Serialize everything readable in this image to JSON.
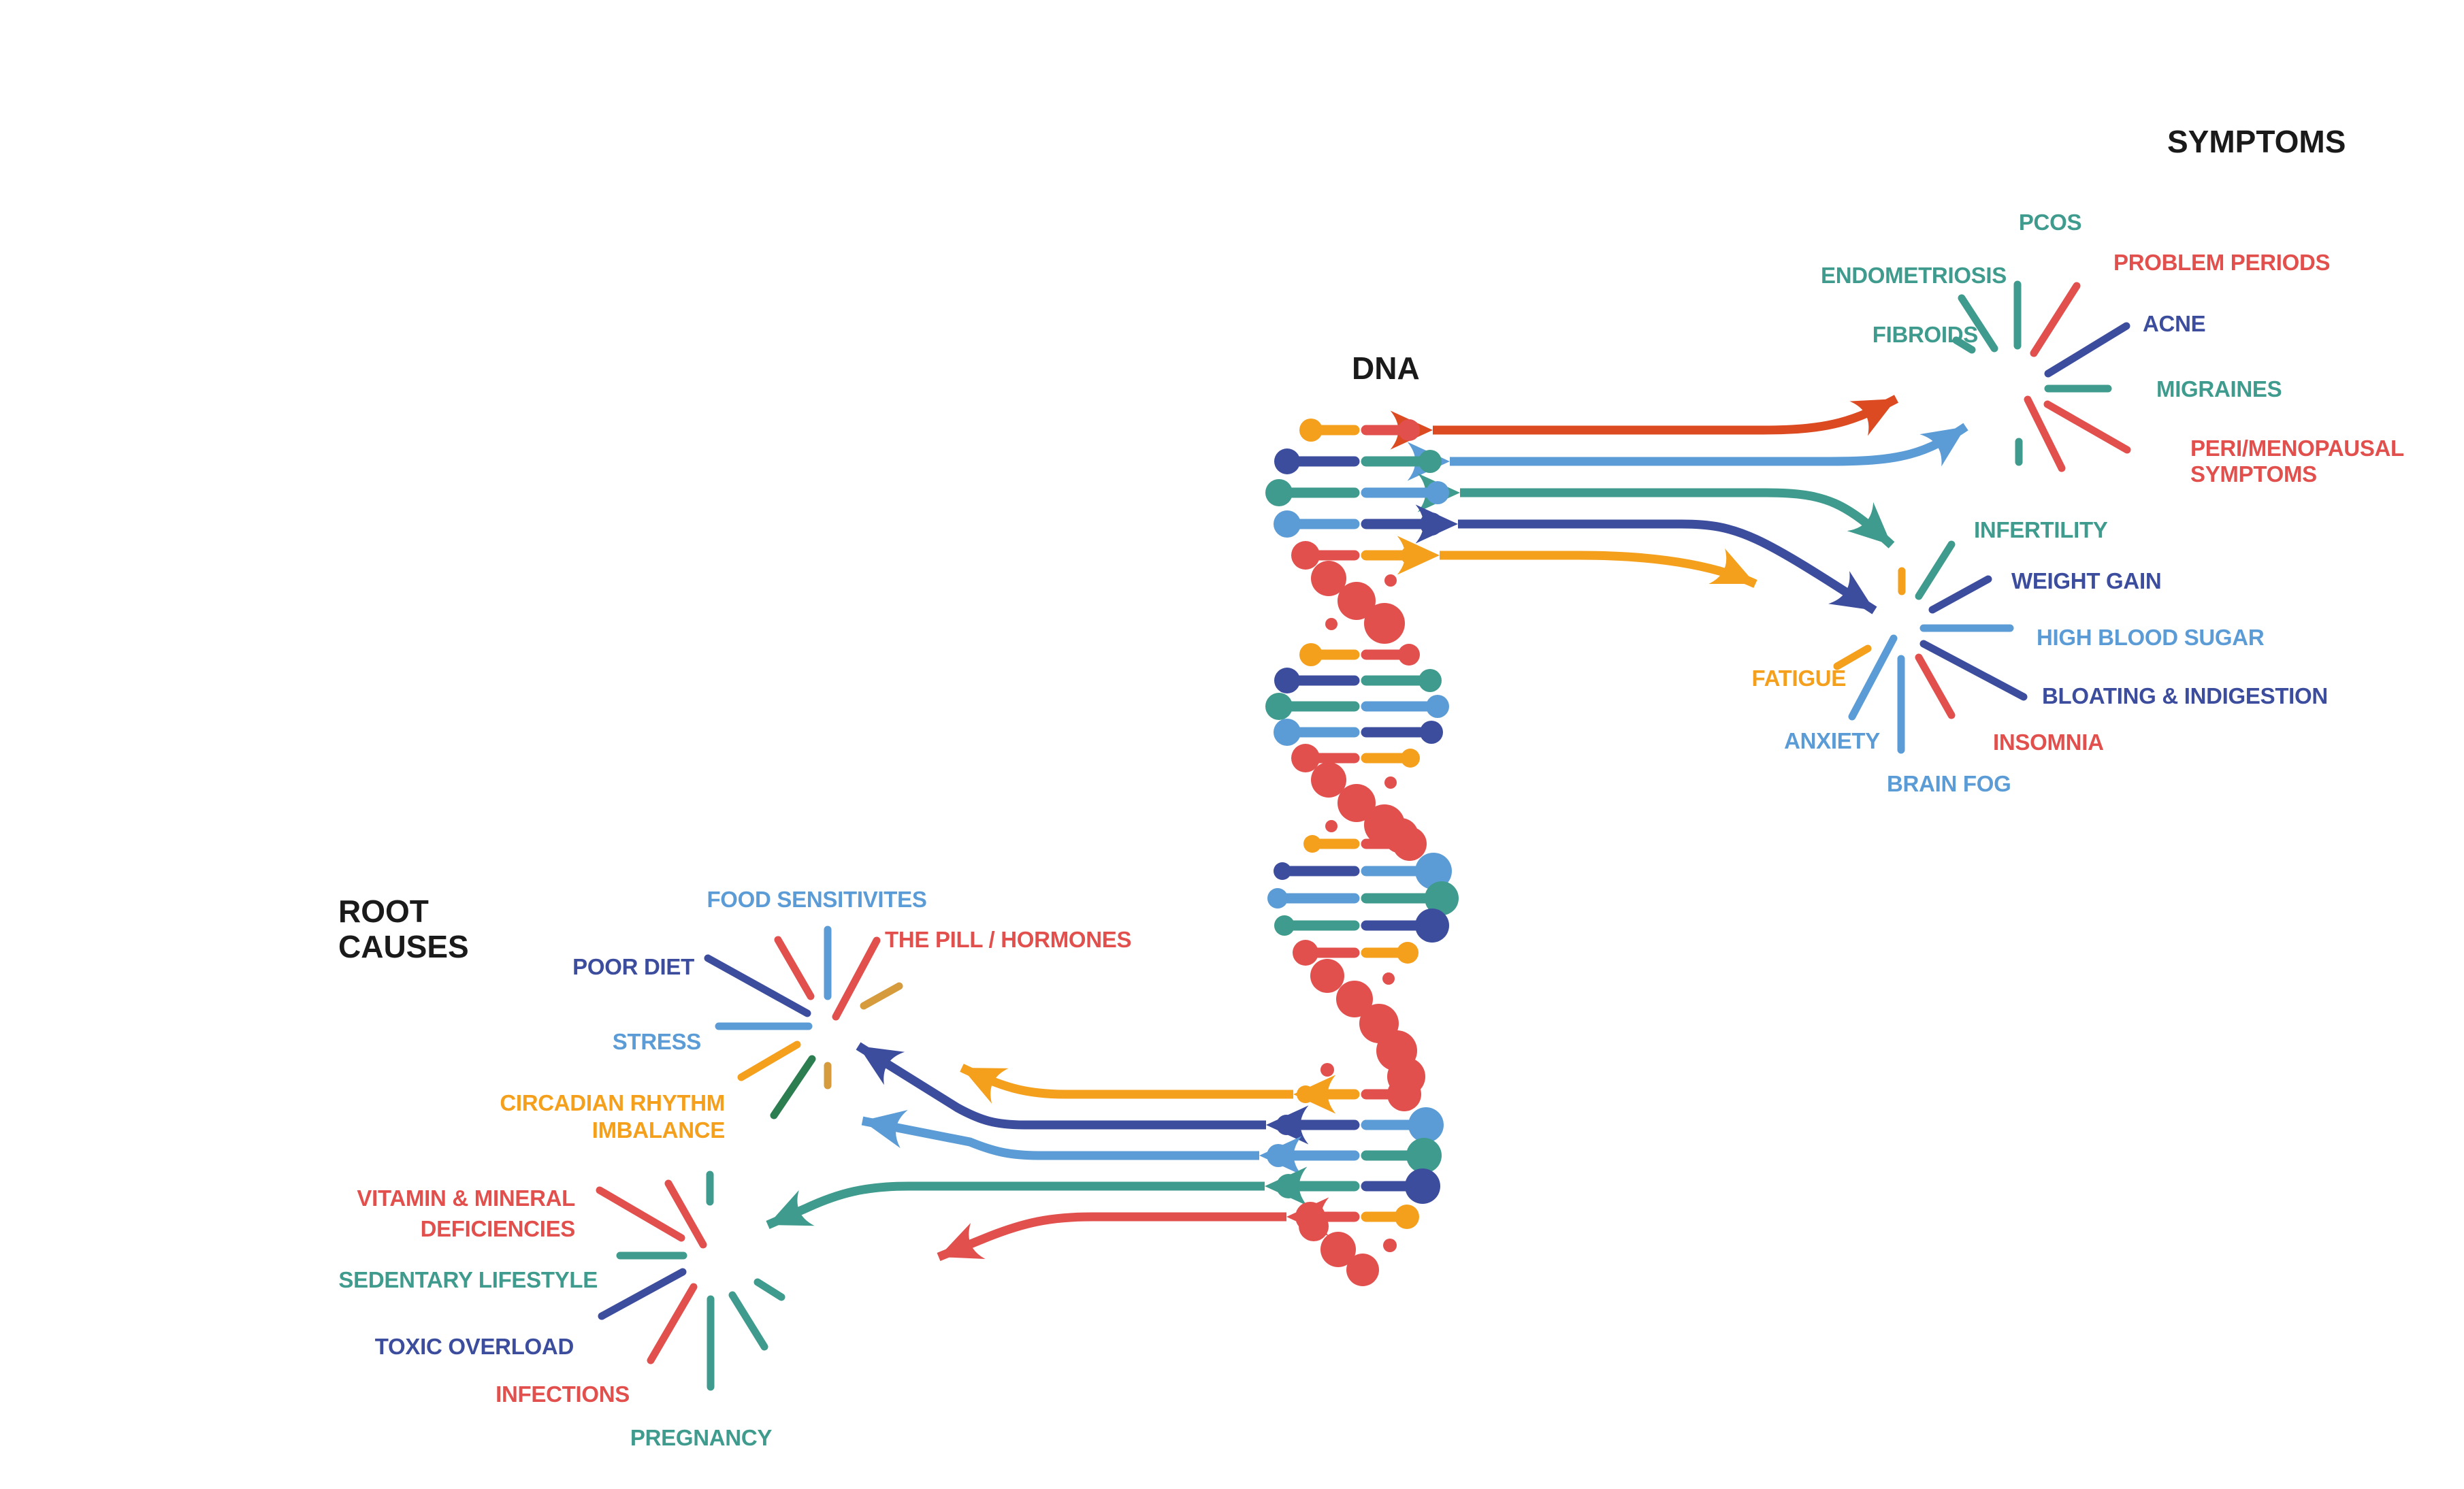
{
  "palette": {
    "red": "#E2504E",
    "orange_red": "#DC4A22",
    "orange": "#F5A01D",
    "mustard": "#D59B3D",
    "navy": "#3D4D9E",
    "teal": "#3F9B8D",
    "green": "#2C7D4F",
    "light_blue": "#5C9CD6",
    "black": "#1A1A1A",
    "background": "#FFFFFF"
  },
  "headers": {
    "symptoms": "SYMPTOMS",
    "dna": "DNA",
    "root_causes": [
      "ROOT",
      "CAUSES"
    ]
  },
  "symptoms": {
    "cluster1": {
      "pcos": "PCOS",
      "problem_periods": "PROBLEM PERIODS",
      "endometriosis": "ENDOMETRIOSIS",
      "fibroids": "FIBROIDS",
      "acne": "ACNE",
      "migraines": "MIGRAINES",
      "peri_menopausal": [
        "PERI/MENOPAUSAL",
        "SYMPTOMS"
      ]
    },
    "cluster2": {
      "infertility": "INFERTILITY",
      "weight_gain": "WEIGHT GAIN",
      "high_blood_sugar": "HIGH BLOOD SUGAR",
      "bloating_indigestion": "BLOATING & INDIGESTION",
      "insomnia": "INSOMNIA",
      "brain_fog": "BRAIN FOG",
      "anxiety": "ANXIETY",
      "fatigue": "FATIGUE"
    }
  },
  "root_causes": {
    "cluster1": {
      "food_sensitivites": "FOOD SENSITIVITES",
      "the_pill_hormones": "THE PILL / HORMONES",
      "poor_diet": "POOR DIET",
      "stress": "STRESS",
      "circadian_rhythm_imbalance": [
        "CIRCADIAN RHYTHM",
        "IMBALANCE"
      ]
    },
    "cluster2": {
      "vitamin_mineral_deficiencies": [
        "VITAMIN & MINERAL",
        "DEFICIENCIES"
      ],
      "sedentary_lifestyle": "SEDENTARY LIFESTYLE",
      "toxic_overload": "TOXIC OVERLOAD",
      "infections": "INFECTIONS",
      "pregnancy": "PREGNANCY"
    }
  },
  "connections": [
    {
      "from": "dna",
      "to": "symptoms-cluster1",
      "color": "orange_red",
      "double_headed": true
    },
    {
      "from": "dna",
      "to": "symptoms-cluster1",
      "color": "light_blue",
      "double_headed": true
    },
    {
      "from": "dna",
      "to": "symptoms-cluster2",
      "color": "teal",
      "double_headed": true
    },
    {
      "from": "dna",
      "to": "symptoms-cluster2",
      "color": "navy",
      "double_headed": true
    },
    {
      "from": "dna",
      "to": "symptoms-cluster2",
      "color": "orange",
      "double_headed": true
    },
    {
      "from": "dna",
      "to": "root-causes-cluster1",
      "color": "orange",
      "double_headed": true
    },
    {
      "from": "dna",
      "to": "root-causes-cluster1",
      "color": "navy",
      "double_headed": true
    },
    {
      "from": "dna",
      "to": "root-causes-cluster1",
      "color": "light_blue",
      "double_headed": true
    },
    {
      "from": "dna",
      "to": "root-causes-cluster2",
      "color": "teal",
      "double_headed": true
    },
    {
      "from": "dna",
      "to": "root-causes-cluster2",
      "color": "red",
      "double_headed": true
    }
  ]
}
